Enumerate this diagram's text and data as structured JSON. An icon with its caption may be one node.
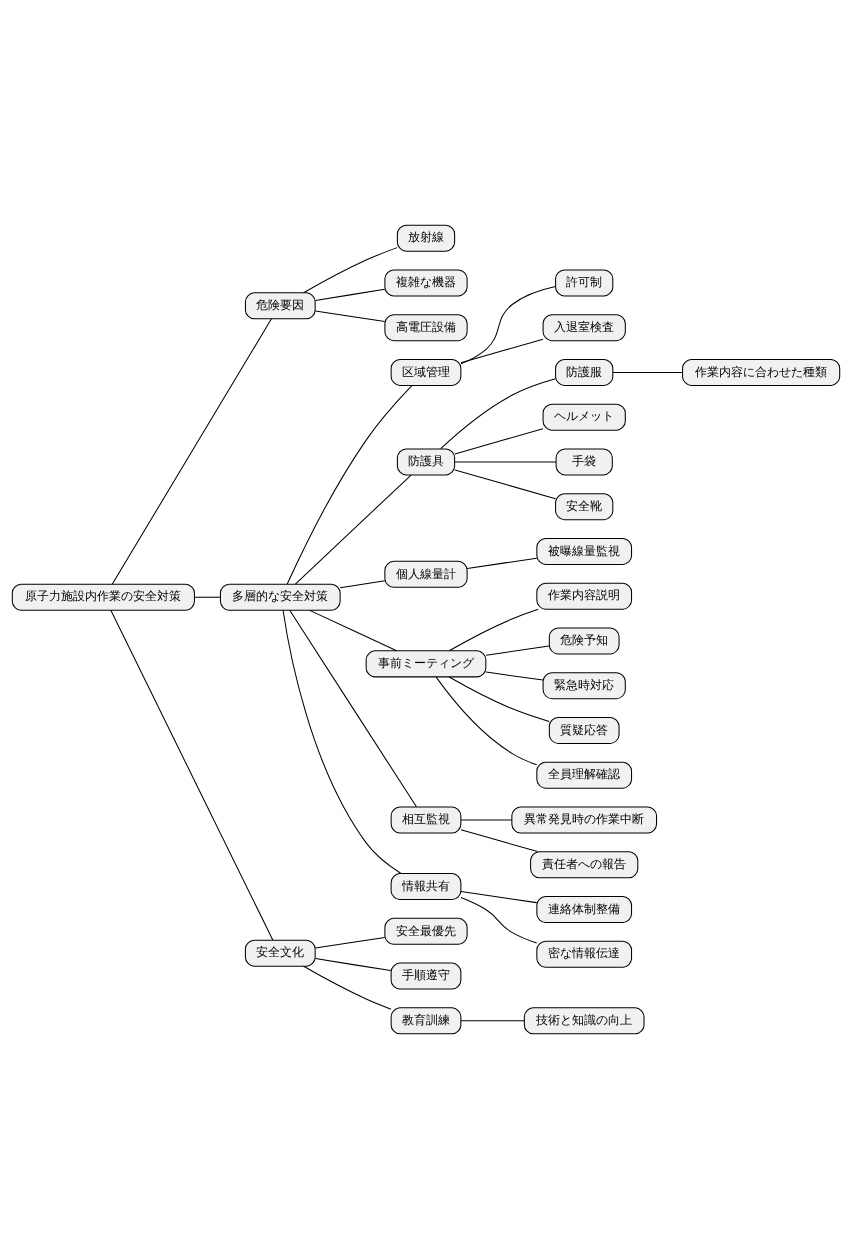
{
  "diagram": {
    "nodes": [
      {
        "text": [
          "原子力施設内作業の安全対策"
        ]
      },
      {
        "text": [
          "危険要因"
        ]
      },
      {
        "text": [
          "放射線"
        ]
      },
      {
        "text": [
          "複雑な機器"
        ]
      },
      {
        "text": [
          "高電圧設備"
        ]
      },
      {
        "text": [
          "多層的な安全対策"
        ]
      },
      {
        "text": [
          "区域管理"
        ]
      },
      {
        "text": [
          "許可制"
        ]
      },
      {
        "text": [
          "入退室検査"
        ]
      },
      {
        "text": [
          "防護具"
        ]
      },
      {
        "text": [
          "防護服"
        ]
      },
      {
        "text": [
          "作業内容に合わせた種類"
        ]
      },
      {
        "text": [
          "ヘルメット"
        ]
      },
      {
        "text": [
          "手袋"
        ]
      },
      {
        "text": [
          "安全靴"
        ]
      },
      {
        "text": [
          "個人線量計"
        ]
      },
      {
        "text": [
          "被曝線量監視"
        ]
      },
      {
        "text": [
          "事前ミーティング"
        ]
      },
      {
        "text": [
          "作業内容説明"
        ]
      },
      {
        "text": [
          "危険予知"
        ]
      },
      {
        "text": [
          "緊急時対応"
        ]
      },
      {
        "text": [
          "質疑応答"
        ]
      },
      {
        "text": [
          "全員理解確認"
        ]
      },
      {
        "text": [
          "相互監視"
        ]
      },
      {
        "text": [
          "異常発見時の作業中断"
        ]
      },
      {
        "text": [
          "責任者への報告"
        ]
      },
      {
        "text": [
          "情報共有"
        ]
      },
      {
        "text": [
          "連絡体制整備"
        ]
      },
      {
        "text": [
          "密な情報伝達"
        ]
      },
      {
        "text": [
          "安全文化"
        ]
      },
      {
        "text": [
          "安全最優先"
        ]
      },
      {
        "text": [
          "手順遵守"
        ]
      },
      {
        "text": [
          "教育訓練"
        ]
      },
      {
        "text": [
          "技術と知識の向上"
        ]
      }
    ],
    "edges": [
      {
        "from": 0,
        "to": 1,
        "arrow": "none"
      },
      {
        "from": 1,
        "to": 2,
        "arrow": "none"
      },
      {
        "from": 1,
        "to": 3,
        "arrow": "none"
      },
      {
        "from": 1,
        "to": 4,
        "arrow": "none"
      },
      {
        "from": 0,
        "to": 5,
        "arrow": "none"
      },
      {
        "from": 5,
        "to": 6,
        "arrow": "none"
      },
      {
        "from": 6,
        "to": 7,
        "arrow": "none"
      },
      {
        "from": 6,
        "to": 8,
        "arrow": "none"
      },
      {
        "from": 5,
        "to": 9,
        "arrow": "none"
      },
      {
        "from": 9,
        "to": 10,
        "arrow": "none"
      },
      {
        "from": 10,
        "to": 11,
        "arrow": "none"
      },
      {
        "from": 9,
        "to": 12,
        "arrow": "none"
      },
      {
        "from": 9,
        "to": 13,
        "arrow": "none"
      },
      {
        "from": 9,
        "to": 14,
        "arrow": "none"
      },
      {
        "from": 5,
        "to": 15,
        "arrow": "none"
      },
      {
        "from": 15,
        "to": 16,
        "arrow": "none"
      },
      {
        "from": 5,
        "to": 17,
        "arrow": "none"
      },
      {
        "from": 17,
        "to": 18,
        "arrow": "none"
      },
      {
        "from": 17,
        "to": 19,
        "arrow": "none"
      },
      {
        "from": 17,
        "to": 20,
        "arrow": "none"
      },
      {
        "from": 17,
        "to": 21,
        "arrow": "none"
      },
      {
        "from": 17,
        "to": 22,
        "arrow": "none"
      },
      {
        "from": 5,
        "to": 23,
        "arrow": "none"
      },
      {
        "from": 23,
        "to": 24,
        "arrow": "none"
      },
      {
        "from": 23,
        "to": 25,
        "arrow": "none"
      },
      {
        "from": 5,
        "to": 26,
        "arrow": "none"
      },
      {
        "from": 26,
        "to": 27,
        "arrow": "none"
      },
      {
        "from": 26,
        "to": 28,
        "arrow": "none"
      },
      {
        "from": 0,
        "to": 29,
        "arrow": "none"
      },
      {
        "from": 29,
        "to": 30,
        "arrow": "none"
      },
      {
        "from": 29,
        "to": 31,
        "arrow": "none"
      },
      {
        "from": 29,
        "to": 32,
        "arrow": "none"
      },
      {
        "from": 32,
        "to": 33,
        "arrow": "none"
      }
    ]
  }
}
